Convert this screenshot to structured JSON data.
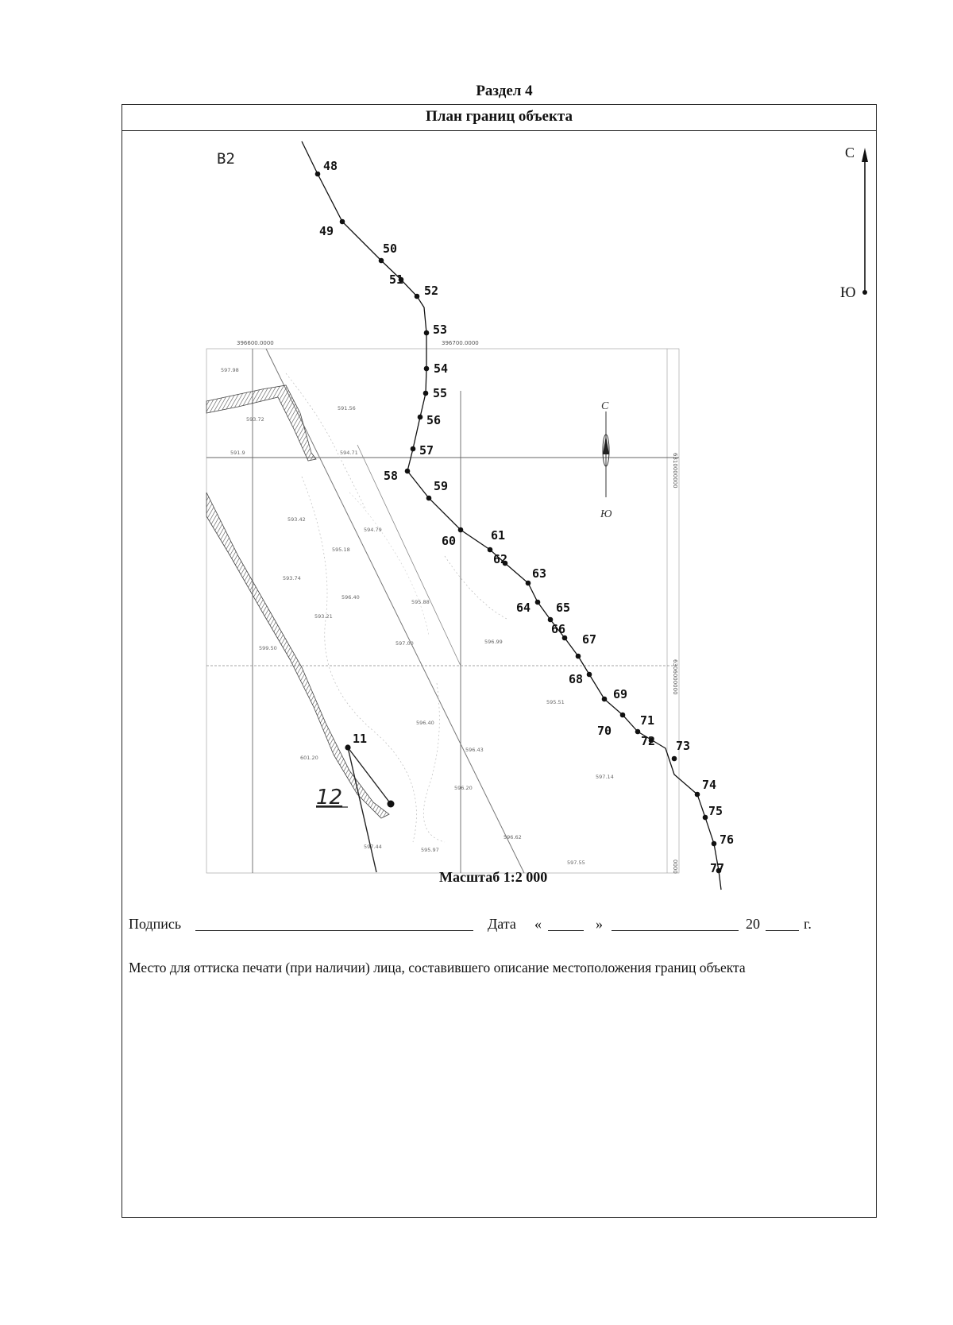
{
  "section": "Раздел 4",
  "title": "План границ объекта",
  "sheet_label": "B2",
  "compass": {
    "north": "С",
    "south": "Ю"
  },
  "inner_compass": {
    "north": "С",
    "south": "Ю"
  },
  "parcel_label": "12",
  "points": [
    {
      "n": "48"
    },
    {
      "n": "49"
    },
    {
      "n": "50"
    },
    {
      "n": "51"
    },
    {
      "n": "52"
    },
    {
      "n": "53"
    },
    {
      "n": "54"
    },
    {
      "n": "55"
    },
    {
      "n": "56"
    },
    {
      "n": "57"
    },
    {
      "n": "58"
    },
    {
      "n": "59"
    },
    {
      "n": "60"
    },
    {
      "n": "61"
    },
    {
      "n": "62"
    },
    {
      "n": "63"
    },
    {
      "n": "64"
    },
    {
      "n": "65"
    },
    {
      "n": "66"
    },
    {
      "n": "67"
    },
    {
      "n": "68"
    },
    {
      "n": "69"
    },
    {
      "n": "70"
    },
    {
      "n": "71"
    },
    {
      "n": "72"
    },
    {
      "n": "73"
    },
    {
      "n": "74"
    },
    {
      "n": "75"
    },
    {
      "n": "76"
    },
    {
      "n": "77"
    },
    {
      "n": "11"
    }
  ],
  "elevations": [
    "597.98",
    "593.72",
    "591.9",
    "591.56",
    "594.71",
    "593.42",
    "594.79",
    "595.18",
    "593.74",
    "596.40",
    "595.88",
    "593.21",
    "599.50",
    "597.00",
    "596.99",
    "595.51",
    "596.40",
    "596.43",
    "601.20",
    "596.20",
    "595.97",
    "596.62",
    "597.55",
    "597.44",
    "597.14"
  ],
  "grid_labels": [
    "396600.0000",
    "396700.0000",
    "6310000000",
    "6306000000",
    "0000"
  ],
  "scale": "Масштаб 1:2 000",
  "signature": {
    "label": "Подпись",
    "date_label": "Дата",
    "open_quote": "«",
    "close_quote": "»",
    "year_prefix": "20",
    "year_suffix": "г."
  },
  "stamp_text": "Место для оттиска печати (при наличии) лица, составившего описание местоположения границ объекта"
}
